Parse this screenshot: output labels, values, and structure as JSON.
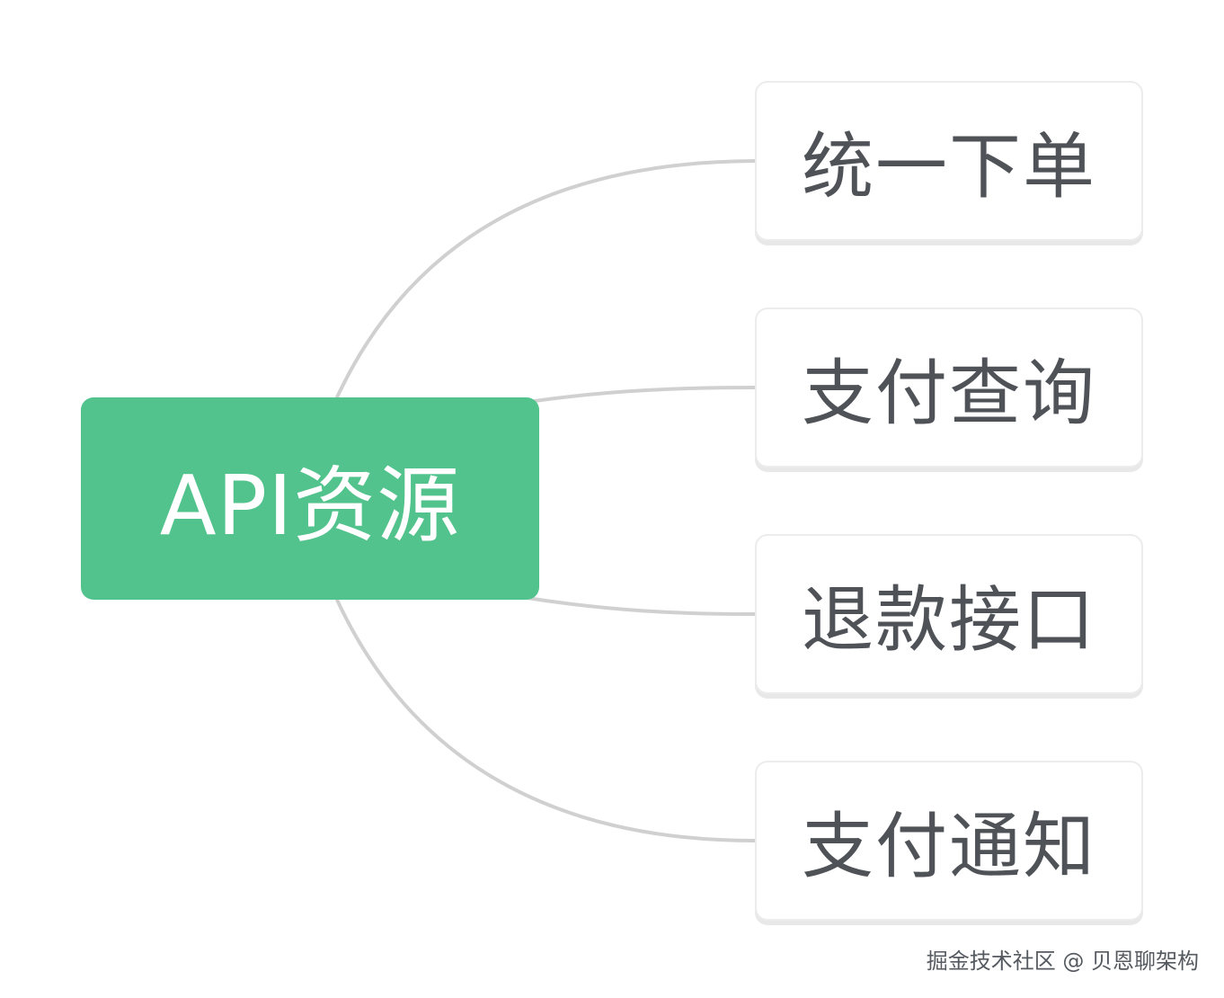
{
  "mindmap": {
    "root": {
      "label": "API资源",
      "color": "#52c38c"
    },
    "children": [
      {
        "label": "统一下单"
      },
      {
        "label": "支付查询"
      },
      {
        "label": "退款接口"
      },
      {
        "label": "支付通知"
      }
    ],
    "connector_color": "#d0d0d0"
  },
  "watermark": {
    "text": "掘金技术社区 @ 贝恩聊架构"
  }
}
